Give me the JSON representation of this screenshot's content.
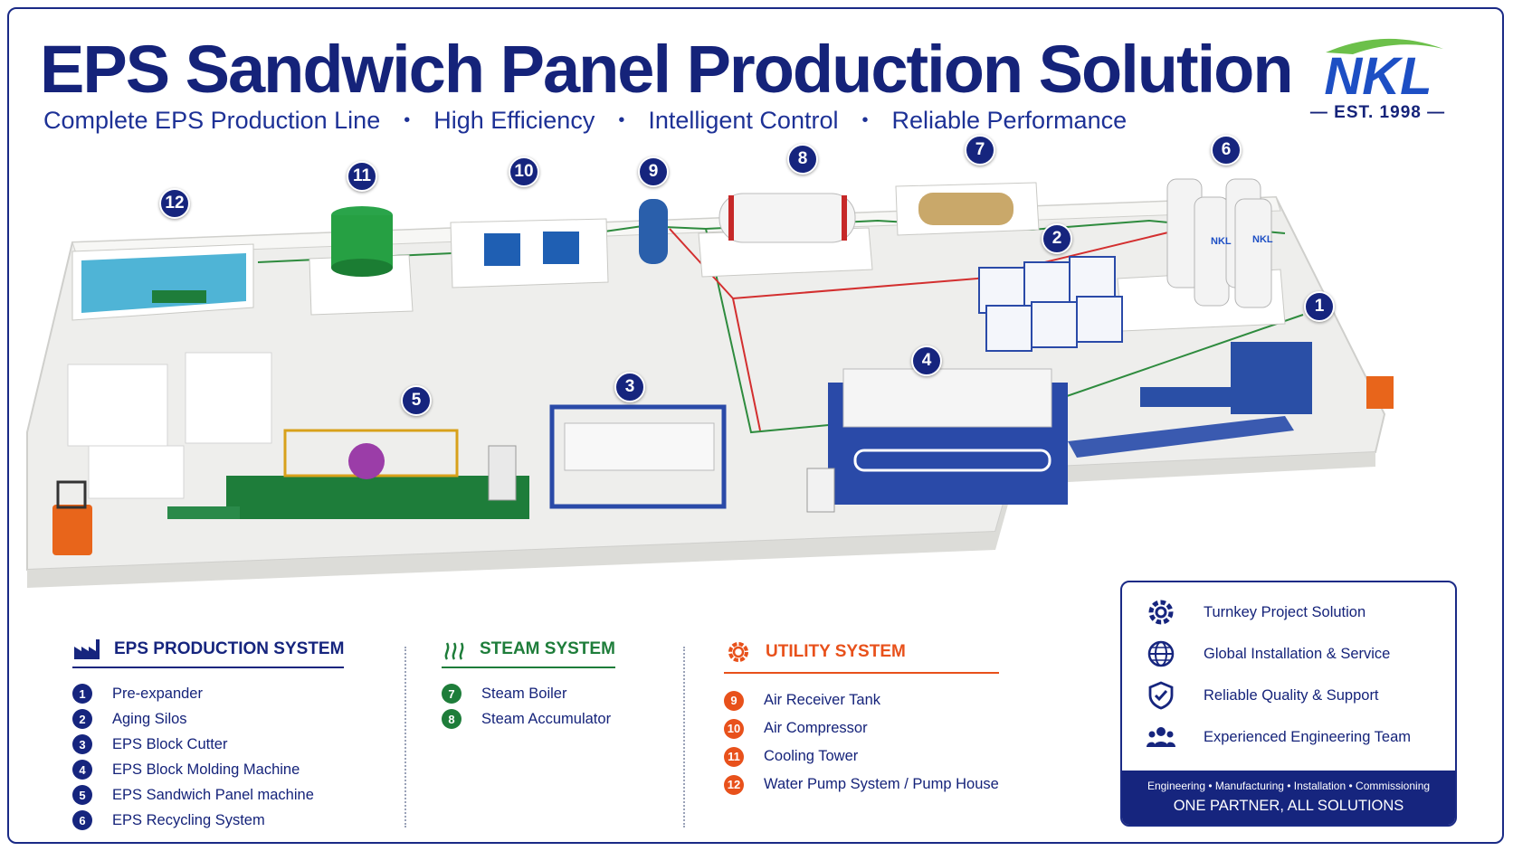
{
  "header": {
    "title": "EPS Sandwich Panel Production Solution",
    "subtitle_items": [
      "Complete EPS Production Line",
      "High Efficiency",
      "Intelligent Control",
      "Reliable Performance"
    ],
    "separator": "•"
  },
  "logo": {
    "text": "NKL",
    "est": "— EST. 1998 —",
    "silo_label": "NKL"
  },
  "markers": [
    "1",
    "2",
    "3",
    "4",
    "5",
    "6",
    "7",
    "8",
    "9",
    "10",
    "11",
    "12"
  ],
  "legend": {
    "eps": {
      "title": "EPS PRODUCTION SYSTEM",
      "color": "#16257e",
      "items": [
        {
          "num": "1",
          "label": "Pre-expander"
        },
        {
          "num": "2",
          "label": "Aging Silos"
        },
        {
          "num": "3",
          "label": "EPS Block Cutter"
        },
        {
          "num": "4",
          "label": "EPS Block Molding Machine"
        },
        {
          "num": "5",
          "label": "EPS Sandwich Panel machine"
        },
        {
          "num": "6",
          "label": "EPS Recycling System"
        }
      ]
    },
    "steam": {
      "title": "STEAM SYSTEM",
      "color": "#1e7d3a",
      "items": [
        {
          "num": "7",
          "label": "Steam Boiler"
        },
        {
          "num": "8",
          "label": "Steam Accumulator"
        }
      ]
    },
    "utility": {
      "title": "UTILITY SYSTEM",
      "color": "#e8511b",
      "items": [
        {
          "num": "9",
          "label": "Air Receiver Tank"
        },
        {
          "num": "10",
          "label": "Air Compressor"
        },
        {
          "num": "11",
          "label": "Cooling Tower"
        },
        {
          "num": "12",
          "label": "Water Pump System / Pump House"
        }
      ]
    }
  },
  "services": {
    "items": [
      {
        "icon": "gear-icon",
        "label": "Turnkey Project Solution"
      },
      {
        "icon": "globe-icon",
        "label": "Global Installation & Service"
      },
      {
        "icon": "shield-check-icon",
        "label": "Reliable Quality & Support"
      },
      {
        "icon": "team-icon",
        "label": "Experienced Engineering Team"
      }
    ],
    "footer_line": "Engineering  •  Manufacturing  •  Installation  •  Commissioning",
    "footer_slogan": "ONE PARTNER, ALL SOLUTIONS"
  },
  "colors": {
    "navy": "#16257e",
    "green": "#1e7d3a",
    "orange": "#e8511b",
    "logo_green": "#6cc04a"
  }
}
